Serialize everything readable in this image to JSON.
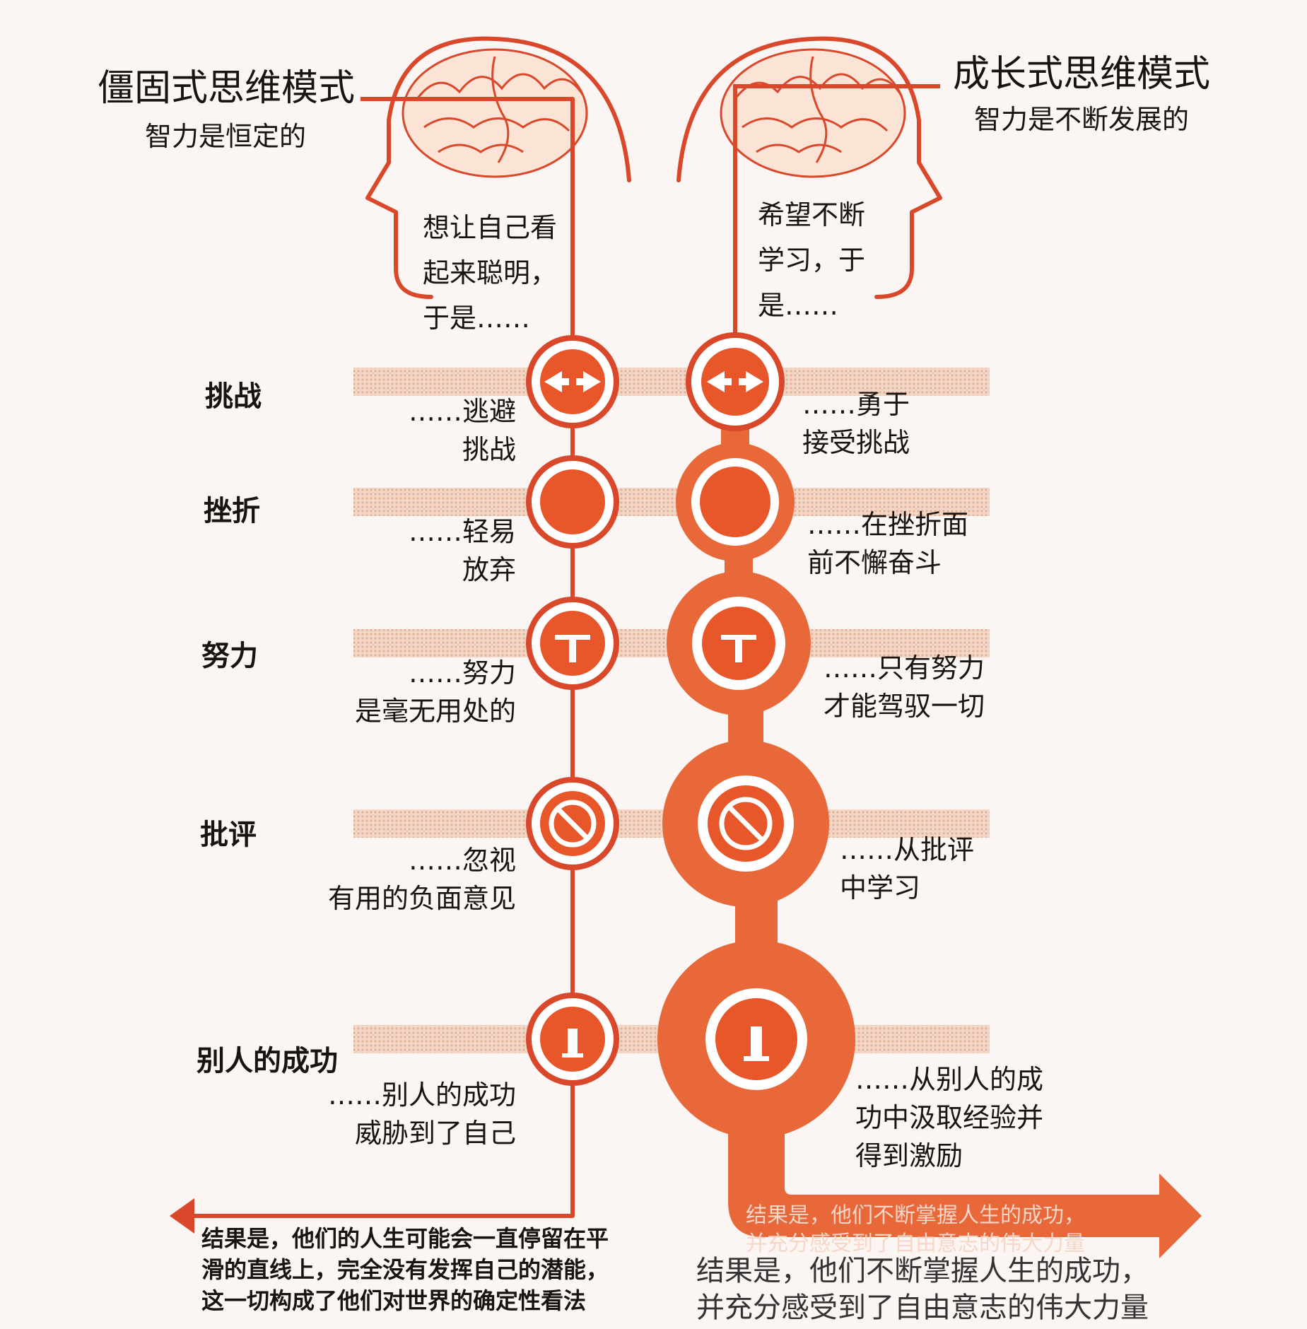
{
  "colors": {
    "accent": "#e8572a",
    "accent_light": "#f08a5d",
    "stripe": "#e8b99f",
    "line": "#d9482a",
    "text": "#1a1410"
  },
  "left": {
    "title": "僵固式思维模式",
    "subtitle": "智力是恒定的",
    "head_text": [
      "想让自己看",
      "起来聪明，",
      "于是……"
    ],
    "result": [
      "结果是，他们的人生可能会一直停留在平",
      "滑的直线上，完全没有发挥自己的潜能，",
      "这一切构成了他们对世界的确定性看法"
    ]
  },
  "right": {
    "title": "成长式思维模式",
    "subtitle": "智力是不断发展的",
    "head_text": [
      "希望不断",
      "学习，于",
      "是……"
    ],
    "result_ghost": [
      "结果是，他们不断掌握人生的成功，",
      "并充分感受到了自由意志的伟大力量"
    ],
    "result": [
      "结果是，他们不断掌握人生的成功，",
      "并充分感受到了自由意志的伟大力量"
    ]
  },
  "rows": [
    {
      "label": "挑战",
      "icon": "arrows-inward-icon",
      "left": [
        "……逃避",
        "挑战"
      ],
      "right": [
        "……勇于",
        "接受挑战"
      ]
    },
    {
      "label": "挫折",
      "icon": "solid-circle-icon",
      "left": [
        "……轻易",
        "放弃"
      ],
      "right": [
        "……在挫折面",
        "前不懈奋斗"
      ]
    },
    {
      "label": "努力",
      "icon": "weight-lift-icon",
      "left": [
        "……努力",
        "是毫无用处的"
      ],
      "right": [
        "……只有努力",
        "才能驾驭一切"
      ]
    },
    {
      "label": "批评",
      "icon": "prohibition-icon",
      "left": [
        "……忽视",
        "有用的负面意见"
      ],
      "right": [
        "……从批评",
        "中学习"
      ]
    },
    {
      "label": "别人的成功",
      "icon": "trophy-podium-icon",
      "left": [
        "……别人的成功",
        "威胁到了自己"
      ],
      "right": [
        "……从别人的成",
        "功中汲取经验并",
        "得到激励"
      ]
    }
  ]
}
